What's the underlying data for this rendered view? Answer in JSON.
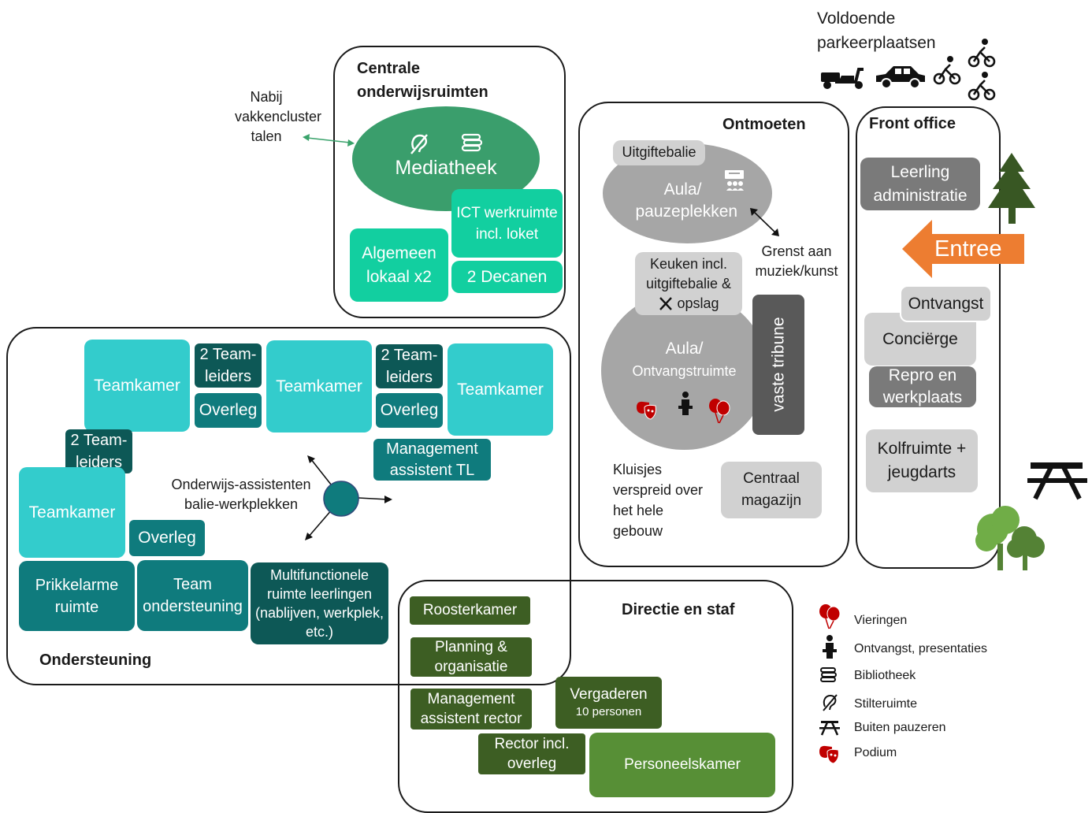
{
  "zones": {
    "centrale": "Centrale onderwijsruimten",
    "ontmoeten": "Ontmoeten",
    "front_office": "Front office",
    "ondersteuning": "Ondersteuning",
    "directie": "Directie en staf"
  },
  "centrale": {
    "mediatheek": "Mediatheek",
    "ict": "ICT werkruimte incl. loket",
    "algemeen": "Algemeen lokaal x2",
    "decanen": "2 Decanen",
    "nabij_note": "Nabij vakkencluster talen"
  },
  "ontmoeten": {
    "uitgiftebalie": "Uitgiftebalie",
    "aula_pauze": "Aula/ pauzeplekken",
    "grens_note": "Grenst aan muziek/kunst",
    "keuken": "Keuken incl. uitgiftebalie &",
    "keuken_opslag": "opslag",
    "aula_ontvangst_1": "Aula/",
    "aula_ontvangst_2": "Ontvangstruimte",
    "tribune": "vaste tribune",
    "kluisjes": "Kluisjes verspreid over het hele gebouw",
    "magazijn": "Centraal magazijn"
  },
  "front_office": {
    "leerling": "Leerling administratie",
    "entree": "Entree",
    "ontvangst": "Ontvangst",
    "concierge": "Conciërge",
    "repro": "Repro en werkplaats",
    "kolf": "Kolfruimte + jeugdarts"
  },
  "parking": "Voldoende parkeerplaatsen",
  "ondersteuning": {
    "teamkamer": "Teamkamer",
    "teamleiders": "2 Team-leiders",
    "overleg": "Overleg",
    "management_tl": "Management assistent TL",
    "oa_label": "Onderwijs-assistenten balie-werkplekken",
    "prikkelarm": "Prikkelarme ruimte",
    "team_ond": "Team ondersteuning",
    "multi": "Multifunctionele ruimte leerlingen (nablijven, werkplek, etc.)"
  },
  "directie": {
    "roosterkamer": "Roosterkamer",
    "planning": "Planning & organisatie",
    "mgmt_rector": "Management assistent rector",
    "vergaderen": "Vergaderen",
    "vergaderen_sub": "10 personen",
    "rector": "Rector incl. overleg",
    "personeel": "Personeelskamer"
  },
  "legend": [
    {
      "icon": "balloons-icon",
      "label": "Vieringen"
    },
    {
      "icon": "speaker-podium-icon",
      "label": "Ontvangst, presentaties"
    },
    {
      "icon": "books-icon",
      "label": "Bibliotheek"
    },
    {
      "icon": "silent-ear-icon",
      "label": "Stilteruimte"
    },
    {
      "icon": "picnic-table-icon",
      "label": "Buiten pauzeren"
    },
    {
      "icon": "theater-masks-icon",
      "label": "Podium"
    }
  ],
  "colors": {
    "mint": "#12cfa0",
    "teal": "#33cccc",
    "dark_teal": "#0f7b7d",
    "dark_green": "#3d5e23",
    "green": "#578f36",
    "orange": "#ed7d31",
    "tree": "#385723",
    "light_gray": "#d1d1d1"
  }
}
